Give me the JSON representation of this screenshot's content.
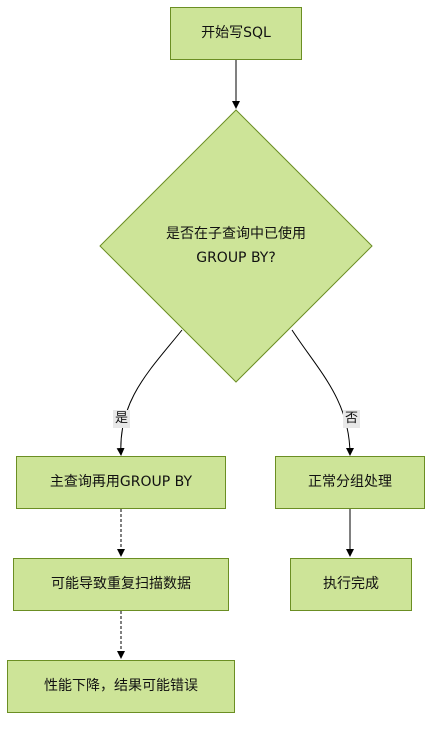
{
  "nodes": {
    "start": "开始写SQL",
    "decision_line1": "是否在子查询中已使用",
    "decision_line2": "GROUP BY?",
    "main_group": "主查询再用GROUP BY",
    "normal": "正常分组处理",
    "rescan": "可能导致重复扫描数据",
    "done": "执行完成",
    "perf": "性能下降，结果可能错误"
  },
  "edge_labels": {
    "yes": "是",
    "no": "否"
  },
  "colors": {
    "node_fill": "#cde498",
    "node_border": "#6b8e23",
    "edge": "#000000"
  }
}
